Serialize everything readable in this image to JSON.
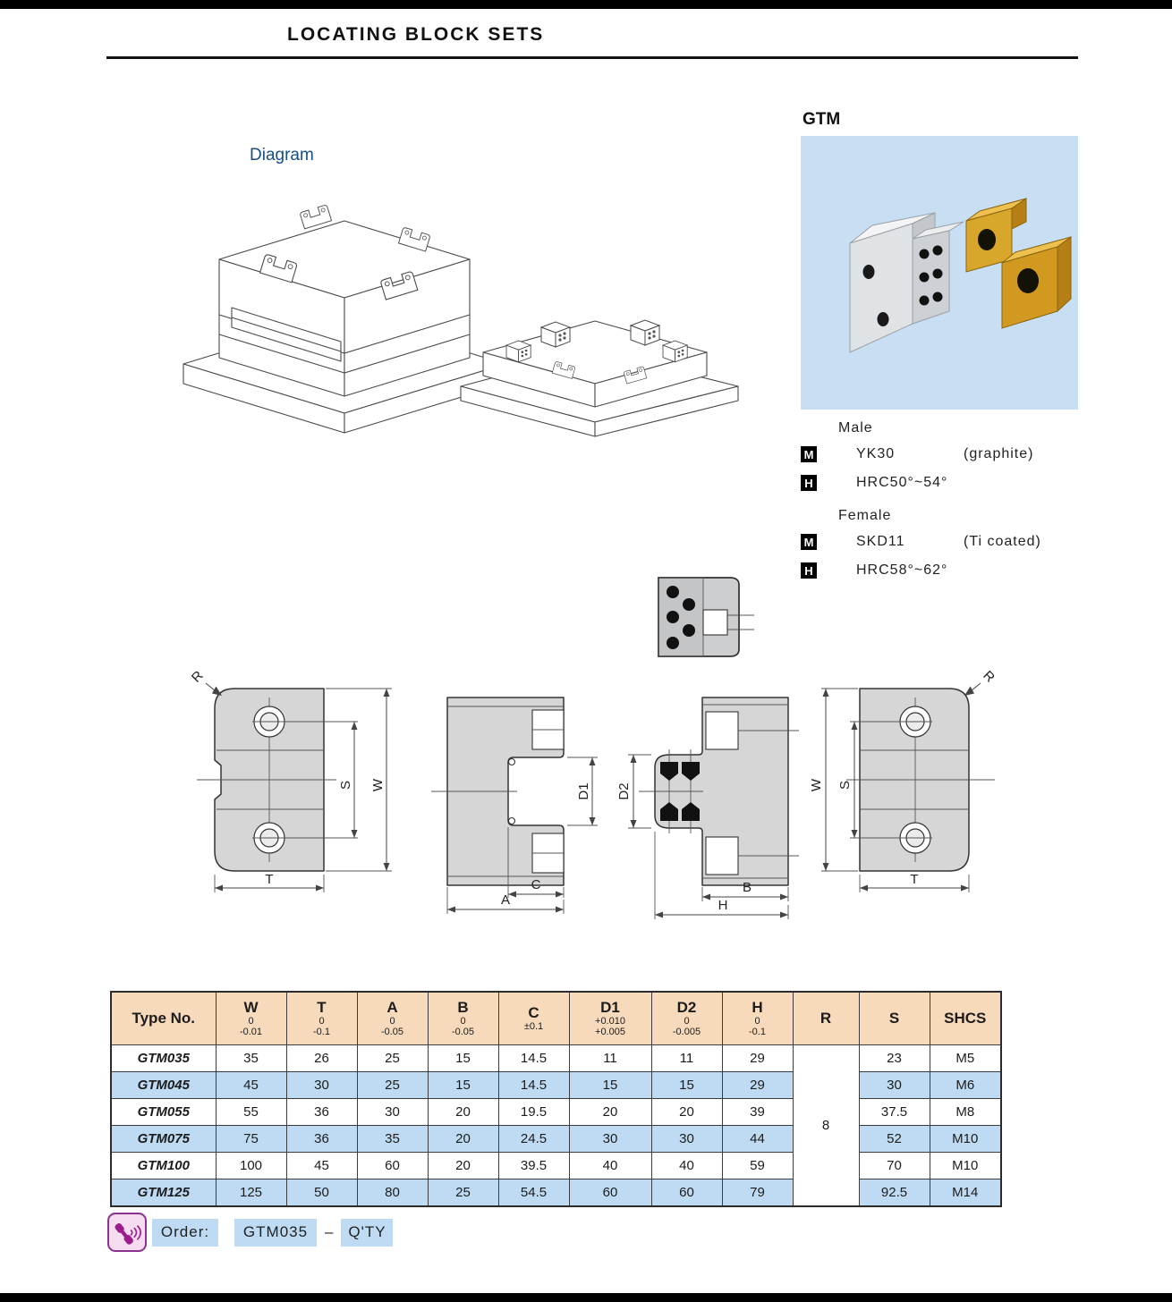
{
  "page": {
    "title": "LOCATING BLOCK SETS",
    "section_label": "Diagram",
    "product_code": "GTM"
  },
  "specs": {
    "male": {
      "heading": "Male",
      "material_badge": "M",
      "material": "YK30",
      "material_note": "(graphite)",
      "hardness_badge": "H",
      "hardness": "HRC50°~54°"
    },
    "female": {
      "heading": "Female",
      "material_badge": "M",
      "material": "SKD11",
      "material_note": "(Ti coated)",
      "hardness_badge": "H",
      "hardness": "HRC58°~62°"
    }
  },
  "drawing_labels": {
    "r": "R",
    "s": "S",
    "w": "W",
    "t": "T",
    "c": "C",
    "a": "A",
    "d1": "D1",
    "d2": "D2",
    "b": "B",
    "h": "H"
  },
  "table": {
    "headers": [
      {
        "label": "Type No."
      },
      {
        "label": "W",
        "tol1": "0",
        "tol2": "-0.01"
      },
      {
        "label": "T",
        "tol1": "0",
        "tol2": "-0.1"
      },
      {
        "label": "A",
        "tol1": "0",
        "tol2": "-0.05"
      },
      {
        "label": "B",
        "tol1": "0",
        "tol2": "-0.05"
      },
      {
        "label": "C",
        "tol1": "±0.1"
      },
      {
        "label": "D1",
        "tol1": "+0.010",
        "tol2": "+0.005"
      },
      {
        "label": "D2",
        "tol1": "0",
        "tol2": "-0.005"
      },
      {
        "label": "H",
        "tol1": "0",
        "tol2": "-0.1"
      },
      {
        "label": "R"
      },
      {
        "label": "S"
      },
      {
        "label": "SHCS"
      }
    ],
    "r_shared_value": "8",
    "rows": [
      {
        "type": "GTM035",
        "w": "35",
        "t": "26",
        "a": "25",
        "b": "15",
        "c": "14.5",
        "d1": "11",
        "d2": "11",
        "h": "29",
        "s": "23",
        "shcs": "M5"
      },
      {
        "type": "GTM045",
        "w": "45",
        "t": "30",
        "a": "25",
        "b": "15",
        "c": "14.5",
        "d1": "15",
        "d2": "15",
        "h": "29",
        "s": "30",
        "shcs": "M6"
      },
      {
        "type": "GTM055",
        "w": "55",
        "t": "36",
        "a": "30",
        "b": "20",
        "c": "19.5",
        "d1": "20",
        "d2": "20",
        "h": "39",
        "s": "37.5",
        "shcs": "M8"
      },
      {
        "type": "GTM075",
        "w": "75",
        "t": "36",
        "a": "35",
        "b": "20",
        "c": "24.5",
        "d1": "30",
        "d2": "30",
        "h": "44",
        "s": "52",
        "shcs": "M10"
      },
      {
        "type": "GTM100",
        "w": "100",
        "t": "45",
        "a": "60",
        "b": "20",
        "c": "39.5",
        "d1": "40",
        "d2": "40",
        "h": "59",
        "s": "70",
        "shcs": "M10"
      },
      {
        "type": "GTM125",
        "w": "125",
        "t": "50",
        "a": "80",
        "b": "25",
        "c": "54.5",
        "d1": "60",
        "d2": "60",
        "h": "79",
        "s": "92.5",
        "shcs": "M14"
      }
    ]
  },
  "order": {
    "label": "Order:",
    "code": "GTM035",
    "dash": "–",
    "qty": "Q'TY"
  },
  "colors": {
    "header_bg": "#f7dabb",
    "row_alt_bg": "#bedbf3",
    "photo_bg": "#c8def2",
    "accent_blue": "#174f85",
    "phone_pink": "#f6dcef",
    "phone_magenta": "#9c1d8d"
  }
}
